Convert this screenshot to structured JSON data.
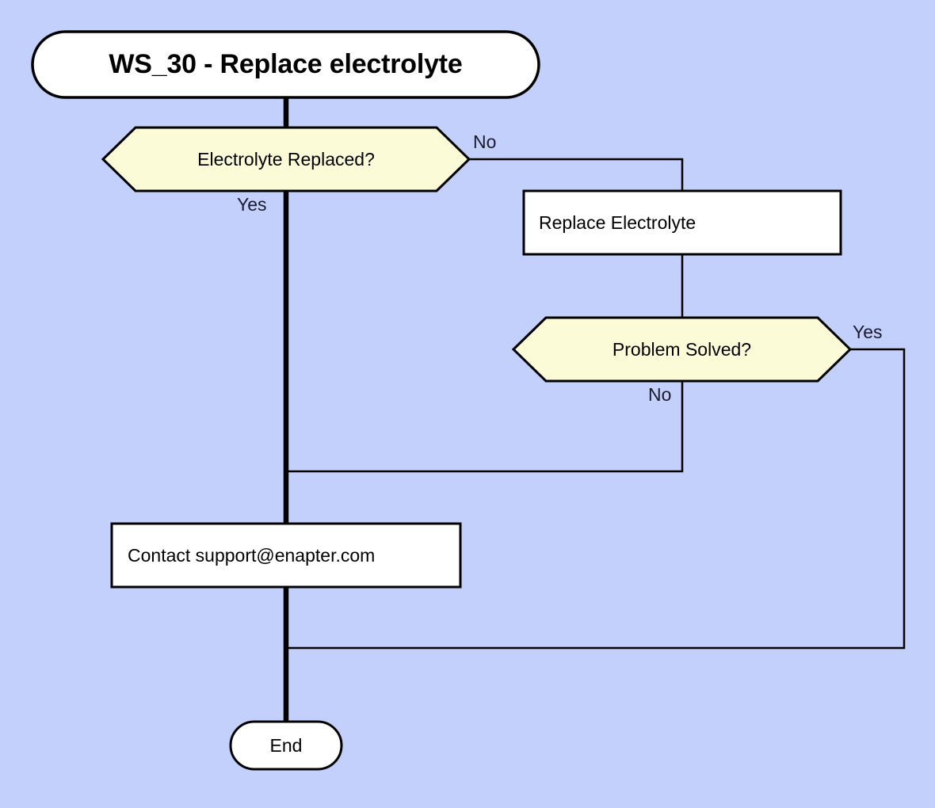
{
  "diagram": {
    "title": "WS_30 - Replace electrolyte",
    "background_color": "#c3d0fc",
    "decision_fill": "#fbfbd7",
    "process_fill": "#ffffff",
    "stroke_color": "#000000"
  },
  "nodes": {
    "start": {
      "label": "WS_30 - Replace electrolyte",
      "shape": "stadium"
    },
    "decision_replaced": {
      "label": "Electrolyte Replaced?",
      "shape": "hexagon"
    },
    "process_replace": {
      "label": "Replace Electrolyte",
      "shape": "rectangle"
    },
    "decision_solved": {
      "label": "Problem Solved?",
      "shape": "hexagon"
    },
    "process_contact": {
      "label": "Contact support@enapter.com",
      "shape": "rectangle"
    },
    "end": {
      "label": "End",
      "shape": "stadium"
    }
  },
  "edge_labels": {
    "replaced_no": "No",
    "replaced_yes": "Yes",
    "solved_yes": "Yes",
    "solved_no": "No"
  }
}
